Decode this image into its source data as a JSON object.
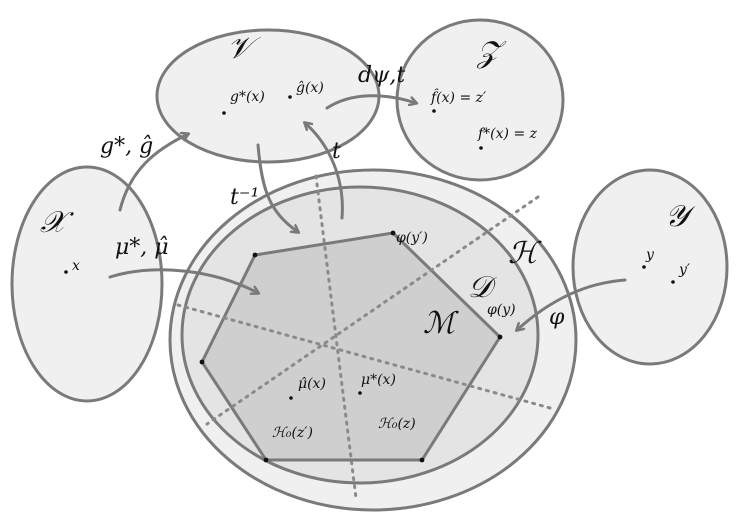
{
  "colors": {
    "outline": "#7a7a7a",
    "light_fill": "#f0f0f0",
    "mid_fill": "#e4e4e4",
    "polygon_fill": "#cfcfcf",
    "point": "#111111"
  },
  "sets": {
    "V": "𝒱",
    "Z": "𝒵",
    "X": "𝒳",
    "Y": "𝒴",
    "H": "ℋ",
    "D": "𝒟",
    "M": "ℳ"
  },
  "points": {
    "g_star_x": "g*(x)",
    "g_hat_x": "ĝ(x)",
    "f_hat": "f̂(x) = z′",
    "f_star": "f*(x) = z",
    "x": "x",
    "y": "y",
    "y_prime": "y′",
    "phi_y_prime": "φ(y′)",
    "phi_y": "φ(y)",
    "mu_hat_x": "μ̂(x)",
    "mu_star_x": "μ*(x)",
    "H0_z_prime": "ℋ₀(z′)",
    "H0_z": "ℋ₀(z)"
  },
  "arrow_labels": {
    "g": "g*, ĝ",
    "d": "dψ,t",
    "t": "t",
    "t_inv": "t⁻¹",
    "mu": "μ*, μ̂",
    "phi": "φ"
  }
}
